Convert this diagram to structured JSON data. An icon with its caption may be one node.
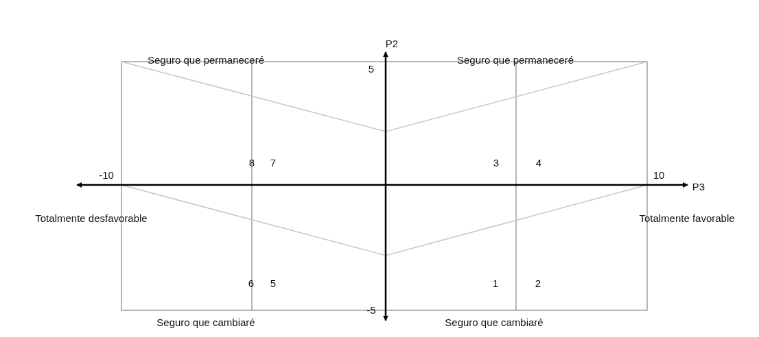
{
  "diagram": {
    "labels": [
      "P2",
      "Seguro que permaneceré",
      "5",
      "Seguro que permaneceré",
      "8",
      "7",
      "3",
      "4",
      "-10",
      "10",
      "P3",
      "Totalmente desfavorable",
      "Totalmente favorable",
      "6",
      "5",
      "1",
      "2",
      "Seguro que cambiaré",
      "-5",
      "Seguro que cambiaré"
    ]
  }
}
